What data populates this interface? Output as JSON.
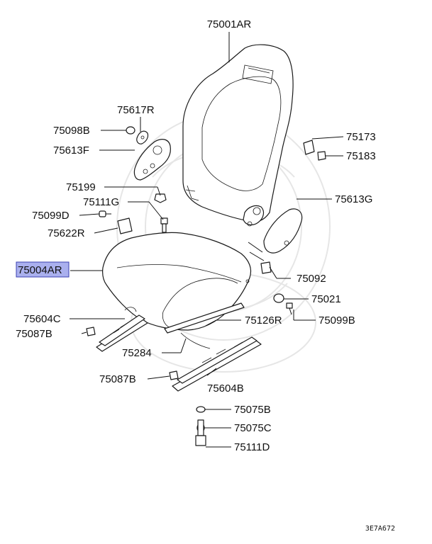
{
  "diagram": {
    "reference_code": "3E7A672",
    "highlighted_part": "75004AR",
    "highlight_color": "#aab0ee",
    "parts": [
      {
        "id": "p1",
        "label": "75001AR"
      },
      {
        "id": "p2",
        "label": "75617R"
      },
      {
        "id": "p3",
        "label": "75098B"
      },
      {
        "id": "p4",
        "label": "75613F"
      },
      {
        "id": "p5",
        "label": "75199"
      },
      {
        "id": "p6",
        "label": "75111G"
      },
      {
        "id": "p7",
        "label": "75099D"
      },
      {
        "id": "p8",
        "label": "75622R"
      },
      {
        "id": "p9",
        "label": "75004AR"
      },
      {
        "id": "p10",
        "label": "75604C"
      },
      {
        "id": "p11",
        "label": "75087B"
      },
      {
        "id": "p12",
        "label": "75284"
      },
      {
        "id": "p13",
        "label": "75087B"
      },
      {
        "id": "p14",
        "label": "75604B"
      },
      {
        "id": "p15",
        "label": "75126R"
      },
      {
        "id": "p16",
        "label": "75099B"
      },
      {
        "id": "p17",
        "label": "75021"
      },
      {
        "id": "p18",
        "label": "75092"
      },
      {
        "id": "p19",
        "label": "75613G"
      },
      {
        "id": "p20",
        "label": "75183"
      },
      {
        "id": "p21",
        "label": "75173"
      },
      {
        "id": "p22",
        "label": "75075B"
      },
      {
        "id": "p23",
        "label": "75075C"
      },
      {
        "id": "p24",
        "label": "75111D"
      }
    ]
  }
}
